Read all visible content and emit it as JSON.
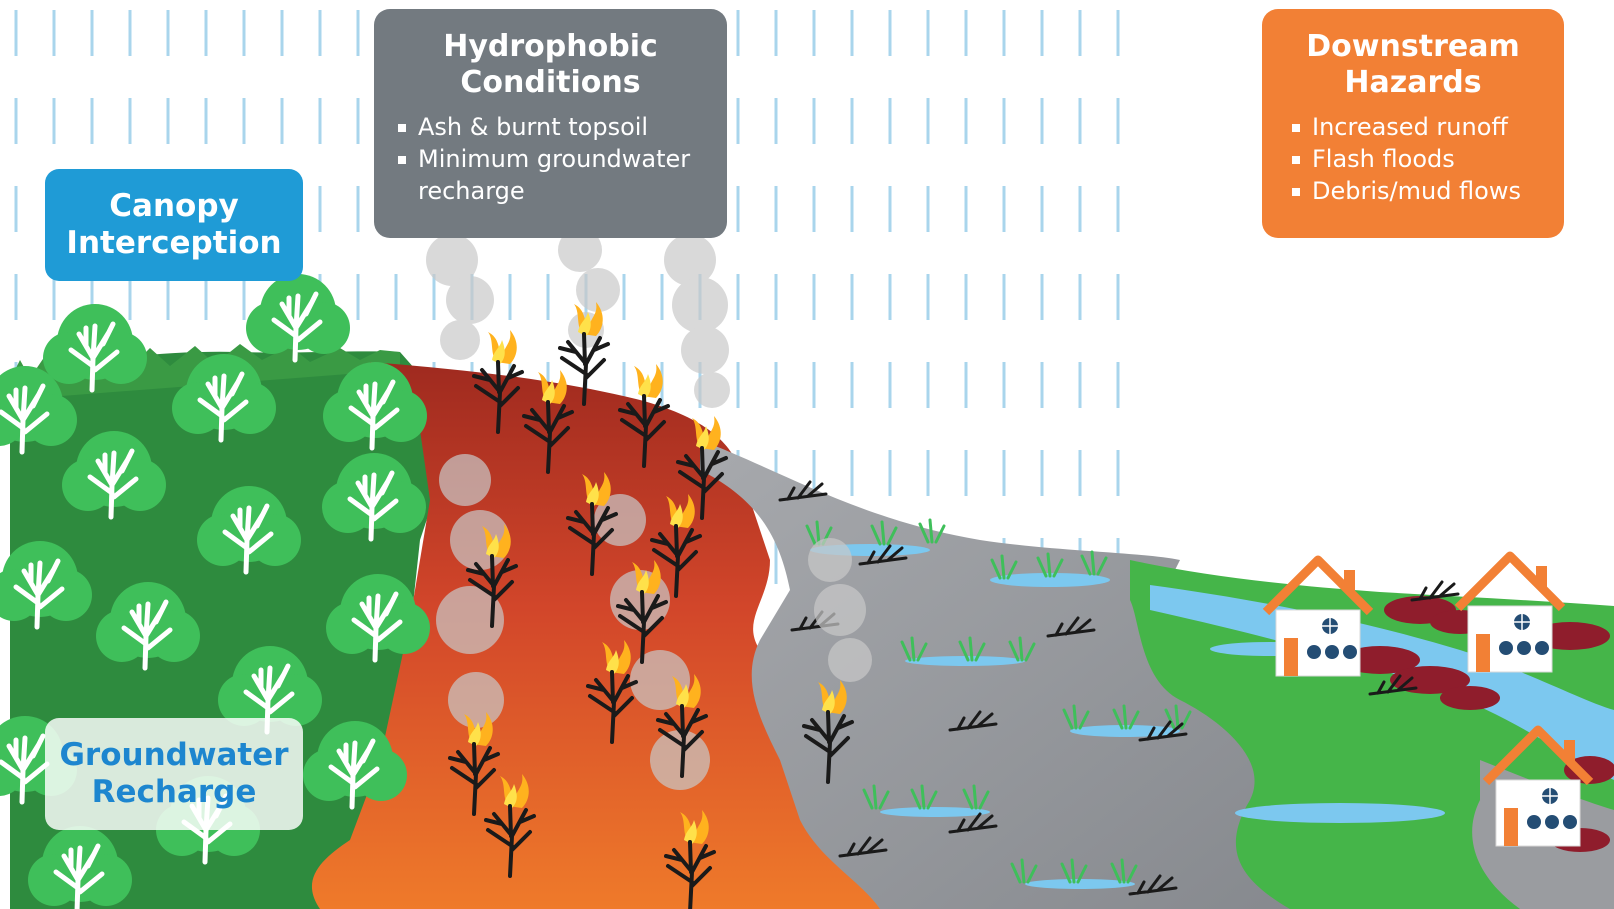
{
  "labels": {
    "canopy": "Canopy Interception",
    "groundwater": "Groundwater Recharge"
  },
  "hydrophobic": {
    "title": "Hydrophobic Conditions",
    "bullets": [
      "Ash & burnt topsoil",
      "Minimum groundwater recharge"
    ]
  },
  "downstream": {
    "title": "Downstream Hazards",
    "bullets": [
      "Increased runoff",
      "Flash floods",
      "Debris/mud flows"
    ]
  },
  "colors": {
    "rain": "#a9d5ec",
    "forest_dark": "#2e8b3e",
    "forest_light": "#45b549",
    "tree_crown": "#3fbf5a",
    "burn_red": "#9f2a1f",
    "burn_orange": "#e8622a",
    "ash_gray": "#9a9ca0",
    "water": "#7cc8ef",
    "house_roof": "#f28035",
    "canopy_label_bg": "#1f9bd6",
    "hydrophobic_bg": "#737a80",
    "downstream_bg": "#f28035"
  }
}
